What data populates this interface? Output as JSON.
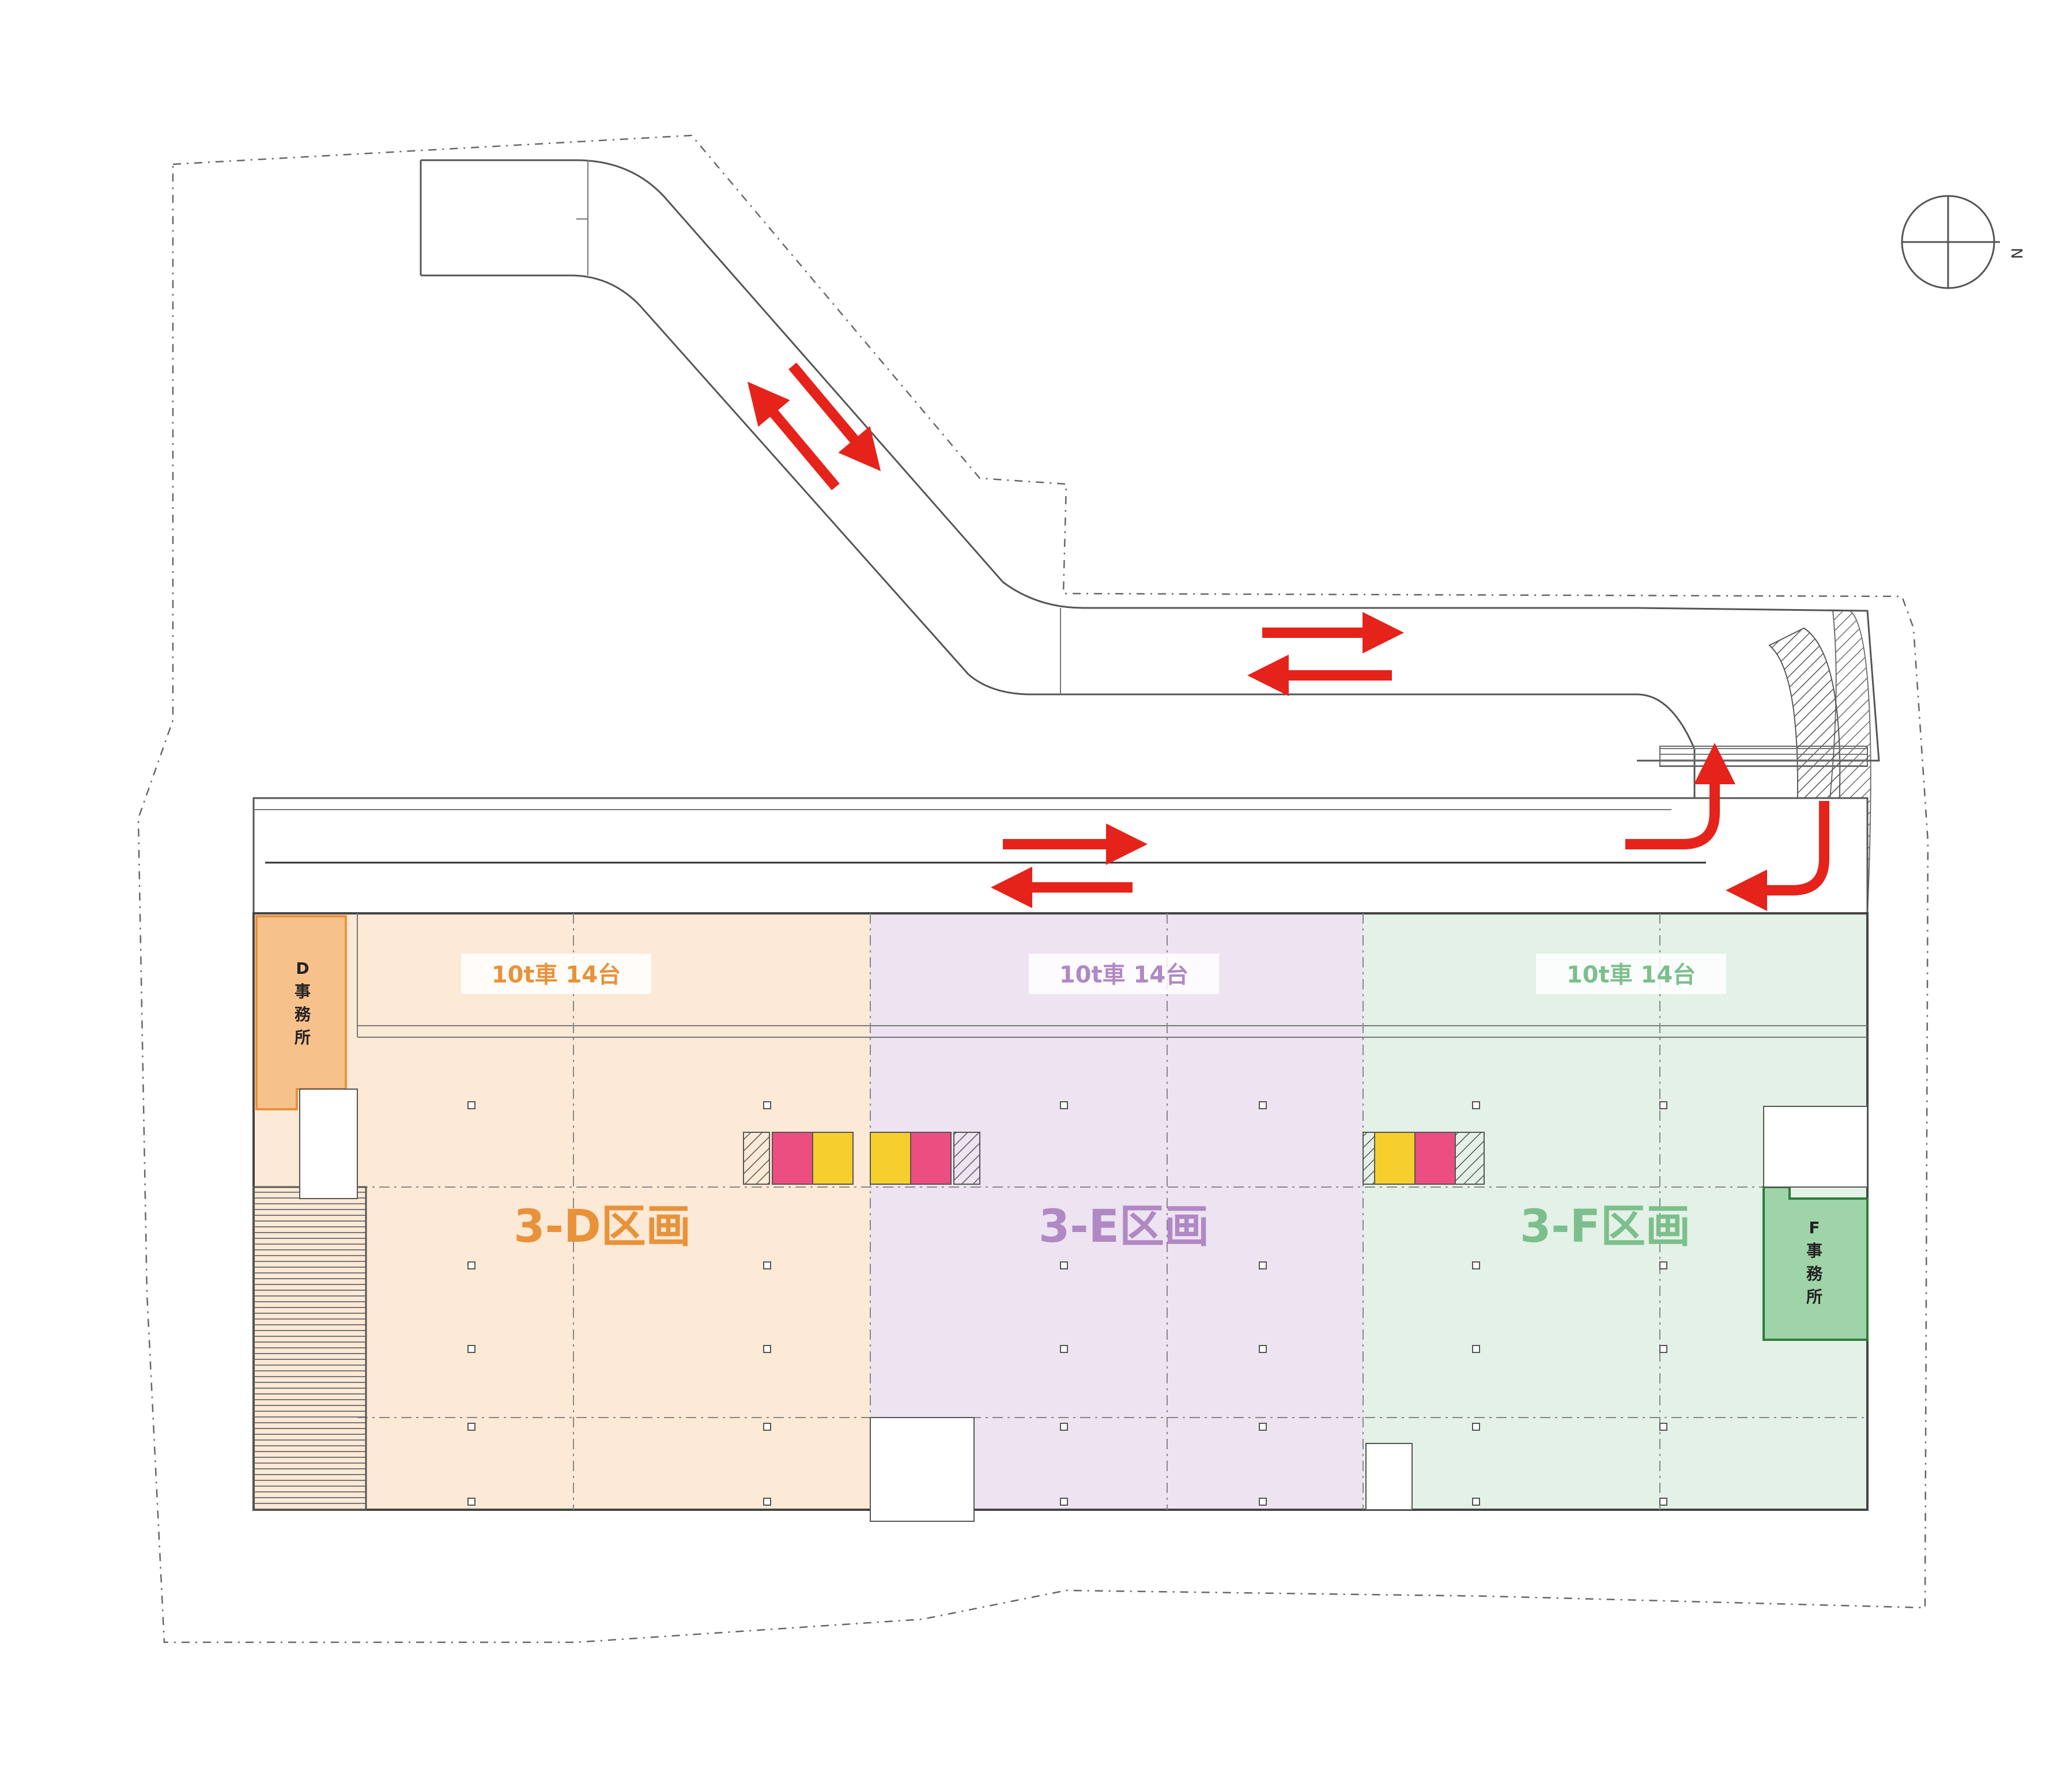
{
  "colors": {
    "zone_d_fill": "#fce9d6",
    "zone_d_text": "#e8923a",
    "zone_d_office": "#f7c18b",
    "zone_e_fill": "#ede3f1",
    "zone_e_text": "#b088c4",
    "zone_f_fill": "#e3f1e6",
    "zone_f_text": "#7cbf8c",
    "zone_f_office": "#9fd3a8",
    "arrow": "#e5231b",
    "elevator_pink": "#ec4e82",
    "elevator_yellow": "#f6cf2d"
  },
  "zones": {
    "d": {
      "title": "3-D区画",
      "bay_label": "10t車 14台",
      "office_lines": [
        "D",
        "事",
        "務",
        "所"
      ]
    },
    "e": {
      "title": "3-E区画",
      "bay_label": "10t車 14台"
    },
    "f": {
      "title": "3-F区画",
      "bay_label": "10t車 14台",
      "office_lines": [
        "F",
        "事",
        "務",
        "所"
      ]
    }
  },
  "compass": {
    "label": "N"
  },
  "icons": [
    "north-arrow-icon",
    "traffic-arrow-icon"
  ]
}
